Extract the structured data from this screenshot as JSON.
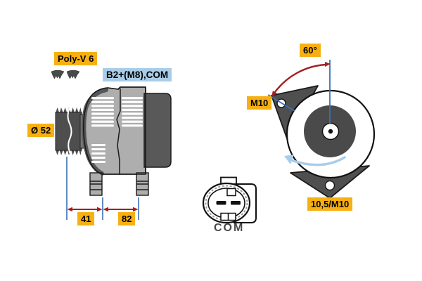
{
  "drawing_title": "Alternator technical drawing",
  "labels": {
    "belt_type": "Poly-V 6",
    "terminals": "B2+(M8),COM",
    "pulley_diameter": "Ø 52",
    "dim_pulley_to_mount": "41",
    "dim_mount_span": "82",
    "mount_angle": "60°",
    "mount_thread": "M10",
    "mount_hole": "10,5/M10",
    "connector_name": "COM"
  },
  "colors": {
    "label_yellow": "#F7B013",
    "label_blue": "#A9CDE9",
    "dimension_blue": "#3A6FB5",
    "arrow_red": "#A32022",
    "rotation_arrow_blue": "#A9CDE9",
    "body_light_gray": "#AEAEAE",
    "body_dark_gray": "#4F4F4F",
    "background": "#FFFFFF"
  },
  "icons": [
    {
      "name": "poly-v-belt-profile-icon",
      "meaning": "ribbed V-belt cross-section"
    },
    {
      "name": "rotation-direction-arrow",
      "meaning": "counterclockwise rotation"
    }
  ]
}
